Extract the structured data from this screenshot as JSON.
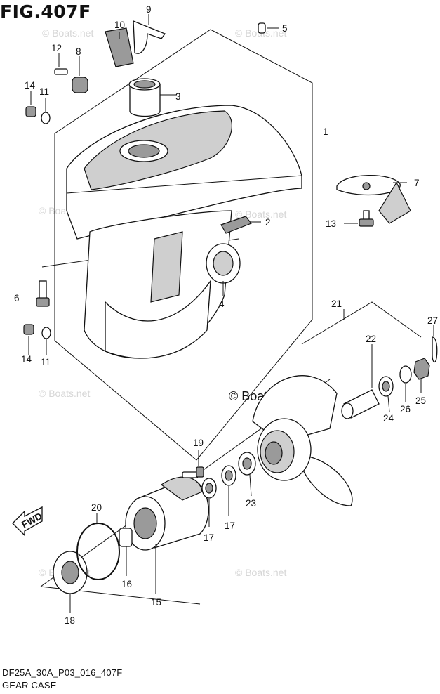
{
  "header": {
    "title": "FIG.407F"
  },
  "footer": {
    "code": "DF25A_30A_P03_016_407F",
    "name": "GEAR CASE"
  },
  "watermark": {
    "text": "© Boats.net"
  },
  "fwd_label": "FWD",
  "callouts": {
    "c1": "1",
    "c2": "2",
    "c3": "3",
    "c4": "4",
    "c5": "5",
    "c6": "6",
    "c7": "7",
    "c8": "8",
    "c9": "9",
    "c10": "10",
    "c11a": "11",
    "c11b": "11",
    "c12": "12",
    "c13": "13",
    "c14a": "14",
    "c14b": "14",
    "c15": "15",
    "c16": "16",
    "c17a": "17",
    "c17b": "17",
    "c18": "18",
    "c19": "19",
    "c20": "20",
    "c21": "21",
    "c22": "22",
    "c23": "23",
    "c24": "24",
    "c25": "25",
    "c26": "26",
    "c27": "27"
  }
}
